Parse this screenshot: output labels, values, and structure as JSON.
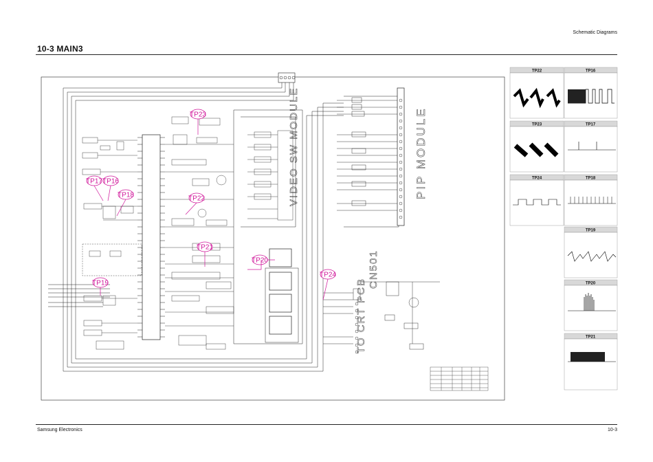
{
  "header": {
    "section": "Schematic Diagrams",
    "title": "10-3 MAIN3"
  },
  "footer": {
    "company": "Samsung Electronics",
    "page": "10-3"
  },
  "test_points": [
    "TP23",
    "TP17",
    "TP16",
    "TP18",
    "TP22",
    "TP21",
    "TP20",
    "TP19",
    "TP24"
  ],
  "modules": {
    "pip": "PIP MODULE",
    "video": "VIDEO SW MODULE",
    "connector": "CN501",
    "crt": "TO CRT PCB"
  },
  "scope_panels": [
    {
      "title": "TP22"
    },
    {
      "title": "TP16"
    },
    {
      "title": "TP23"
    },
    {
      "title": "TP17"
    },
    {
      "title": "TP24"
    },
    {
      "title": "TP18"
    },
    {
      "title": "TP19"
    },
    {
      "title": "TP20"
    },
    {
      "title": "TP21"
    }
  ],
  "colors": {
    "accent": "#d0169a",
    "line": "#111111",
    "panel_header": "#d8d8d8"
  }
}
